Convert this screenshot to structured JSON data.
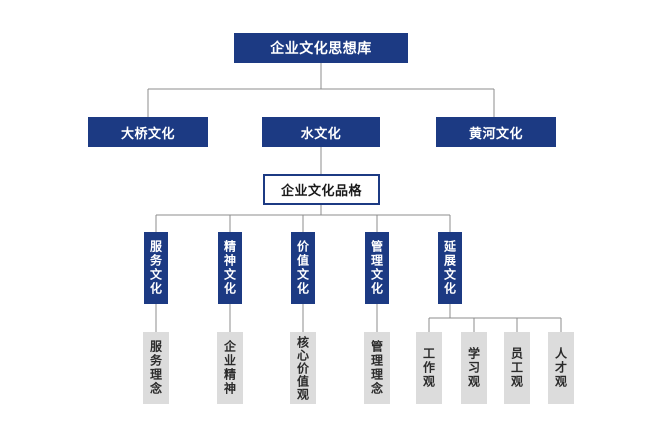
{
  "root": {
    "label": "企业文化思想库"
  },
  "level1": [
    {
      "label": "大桥文化"
    },
    {
      "label": "水文化"
    },
    {
      "label": "黄河文化"
    }
  ],
  "character": {
    "label": "企业文化品格"
  },
  "level2": [
    {
      "label": "服务文化"
    },
    {
      "label": "精神文化"
    },
    {
      "label": "价值文化"
    },
    {
      "label": "管理文化"
    },
    {
      "label": "延展文化"
    }
  ],
  "level3": [
    {
      "label": "服务理念"
    },
    {
      "label": "企业精神"
    },
    {
      "label": "核心价值观"
    },
    {
      "label": "管理理念"
    }
  ],
  "extension": [
    {
      "label": "工作观"
    },
    {
      "label": "学习观"
    },
    {
      "label": "员工观"
    },
    {
      "label": "人才观"
    }
  ],
  "colors": {
    "primary": "#1c3a83",
    "connector": "#8c8c8c",
    "leaf_bg": "#dcdcdc"
  }
}
